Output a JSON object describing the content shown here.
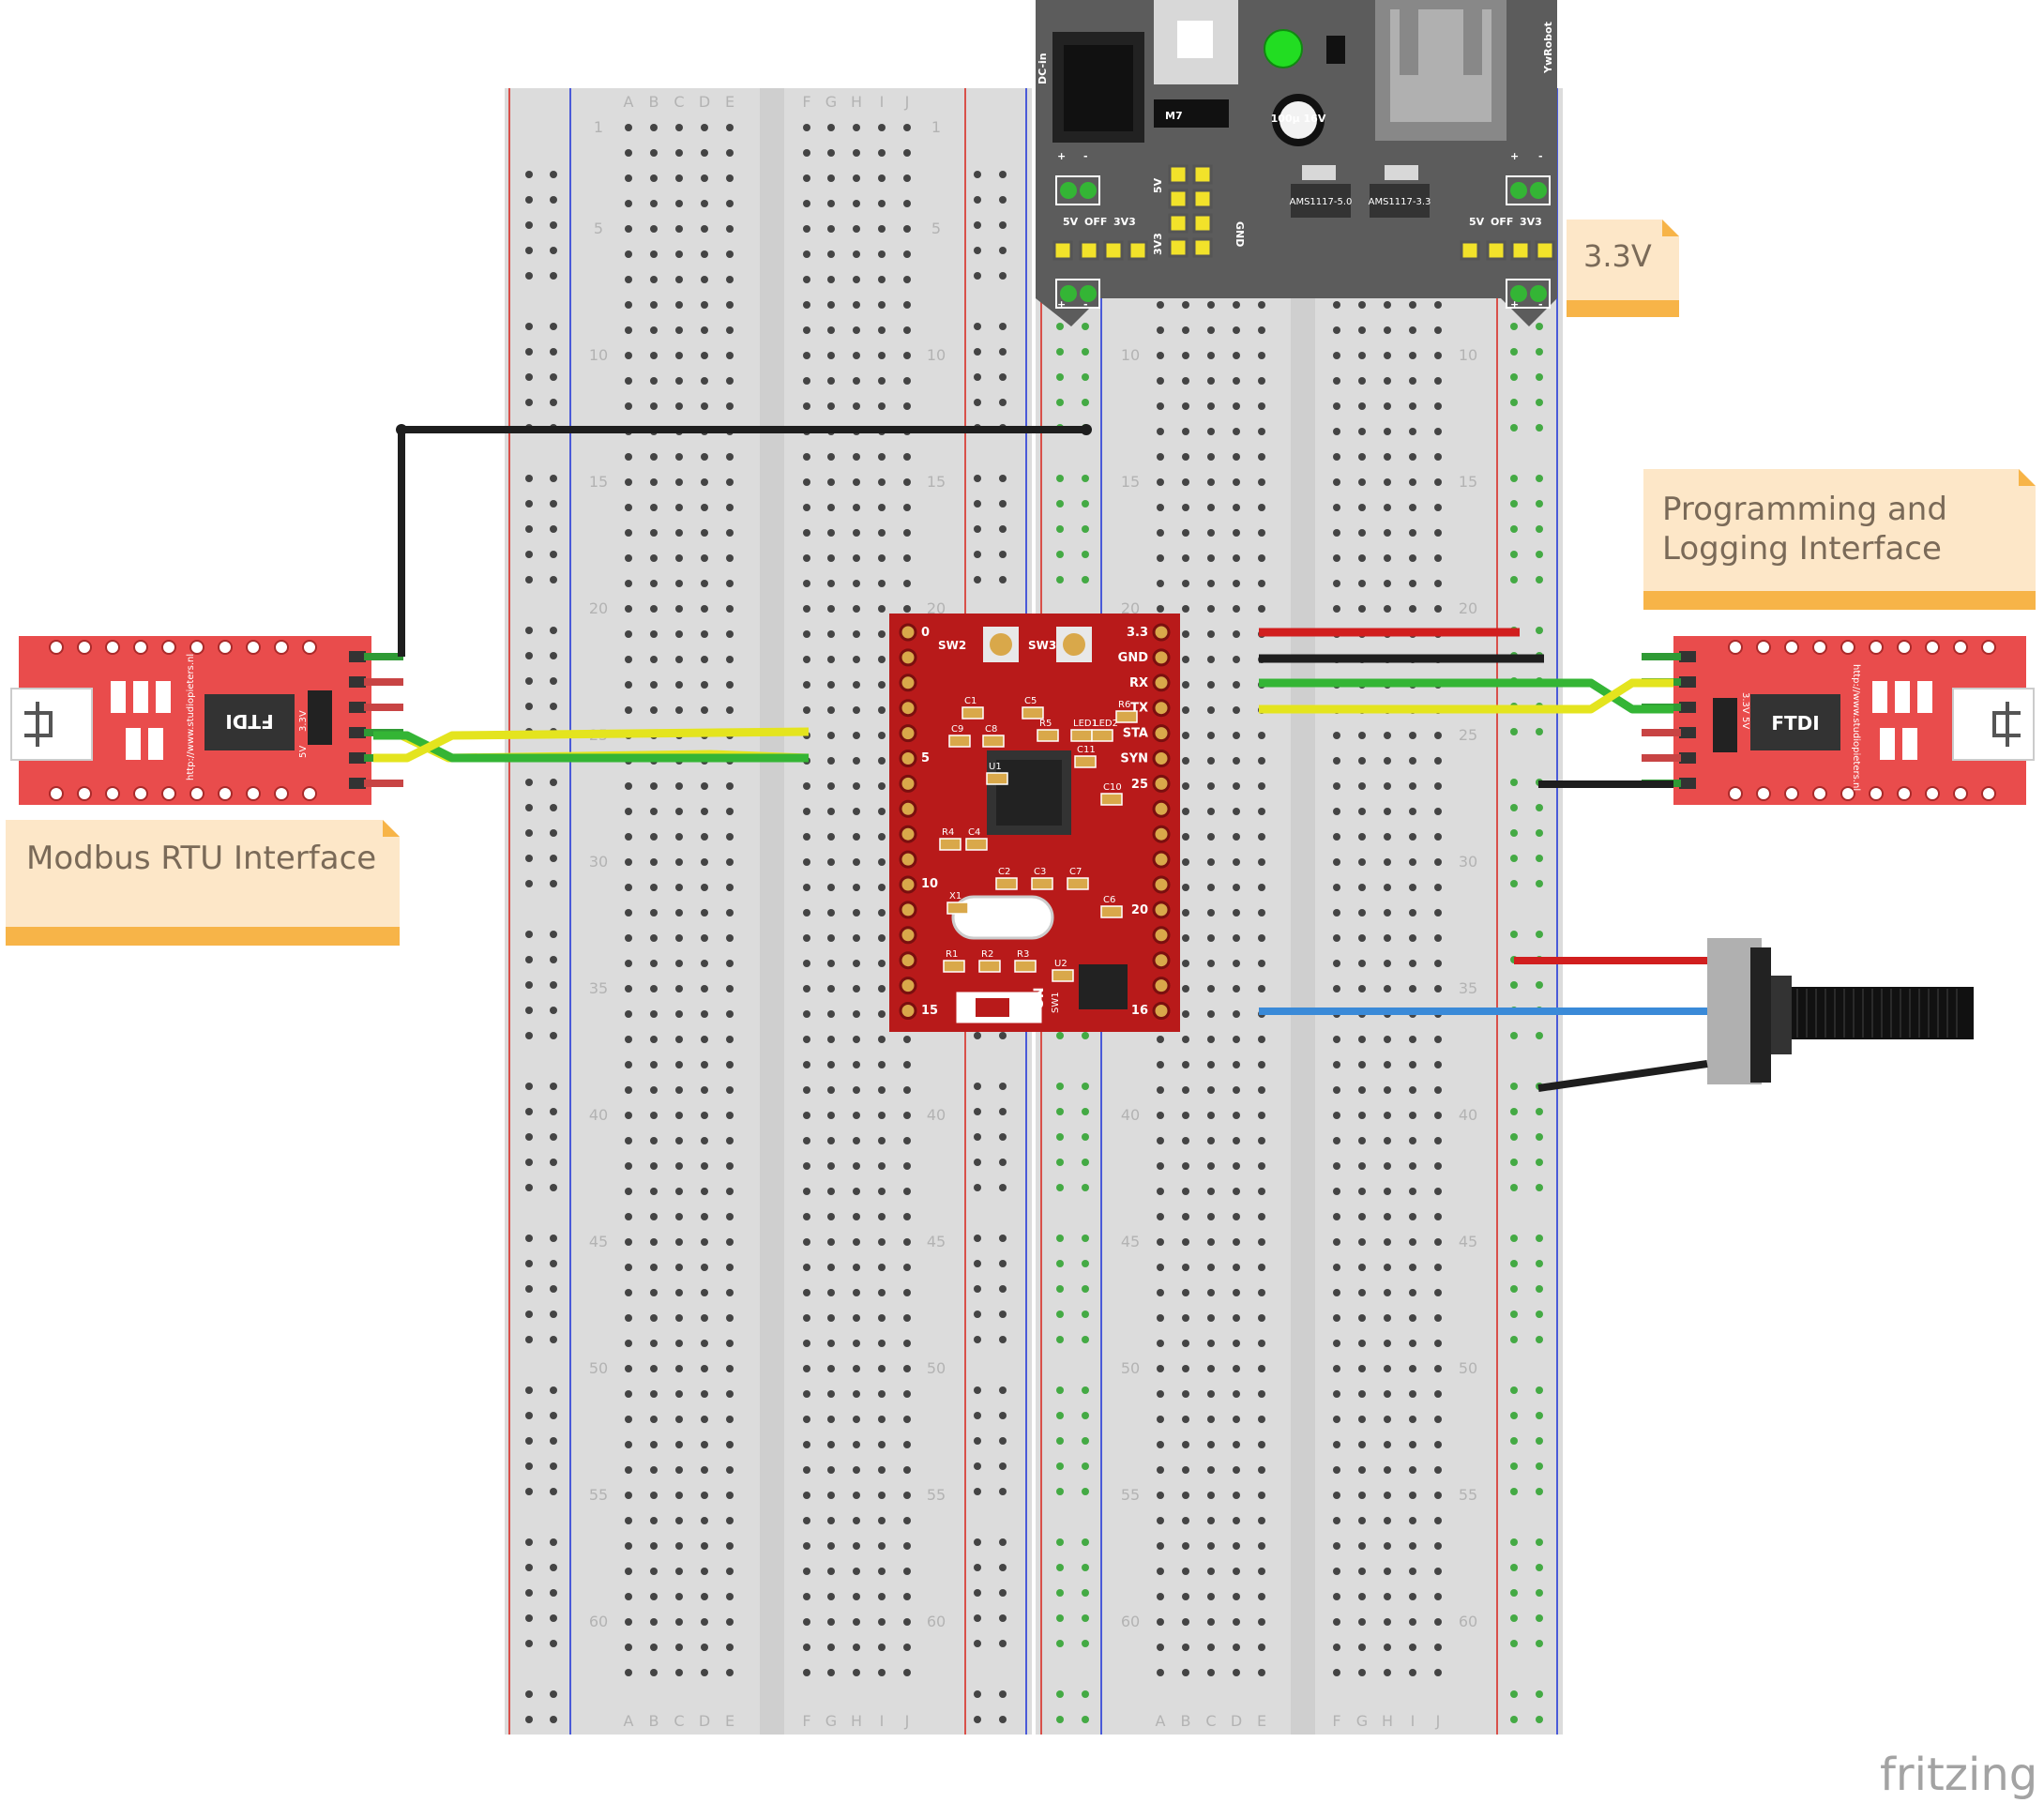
{
  "breadboard": {
    "columns_left": [
      "A",
      "B",
      "C",
      "D",
      "E"
    ],
    "columns_right": [
      "F",
      "G",
      "H",
      "I",
      "J"
    ],
    "row_labels": [
      "1",
      "5",
      "10",
      "15",
      "20",
      "25",
      "30",
      "35",
      "40",
      "45",
      "50",
      "55",
      "60"
    ]
  },
  "notes": {
    "voltage": "3.3V",
    "programming_line1": "Programming and",
    "programming_line2": "Logging Interface",
    "modbus": "Modbus RTU Interface"
  },
  "ftdi": {
    "label": "FTDI",
    "url": "http://www.studiopieters.nl",
    "v33": "3.3V",
    "v5": "5V"
  },
  "power_module": {
    "dc_in": "DC-in",
    "brand": "YwRobot",
    "five_v": "5V",
    "off": "OFF",
    "three_v3": "3V3",
    "gnd": "GND",
    "cap": "100μ 16V",
    "diode": "M7",
    "reg1": "AMS1117-5.0",
    "reg2": "AMS1117-3.3",
    "plus": "+",
    "minus": "-"
  },
  "esp_board": {
    "pin_labels": [
      "3.3",
      "GND",
      "RX",
      "TX",
      "STA",
      "SYN"
    ],
    "numbers_left": [
      "0",
      "5",
      "10",
      "15"
    ],
    "numbers_right": [
      "25",
      "20",
      "16"
    ],
    "sw2": "SW2",
    "sw3": "SW3",
    "on": "ON",
    "sw1": "SW1",
    "components": [
      "C1",
      "C5",
      "R5",
      "LED1",
      "LED2",
      "R6",
      "C9",
      "C8",
      "U1",
      "C11",
      "C10",
      "R4",
      "C4",
      "C2",
      "C3",
      "C7",
      "C6",
      "X1",
      "R1",
      "R2",
      "R3",
      "U2"
    ]
  },
  "logo": "fritzing",
  "colors": {
    "wire_red": "#d11e1e",
    "wire_black": "#1e1e1e",
    "wire_green": "#34b535",
    "wire_yellow": "#e4e41e",
    "wire_blue": "#3a8ad8",
    "pcb_red": "#b81a1a",
    "ftdi_red": "#e94c4c",
    "note_bg": "#fde7c8",
    "note_strip": "#f7b448"
  }
}
